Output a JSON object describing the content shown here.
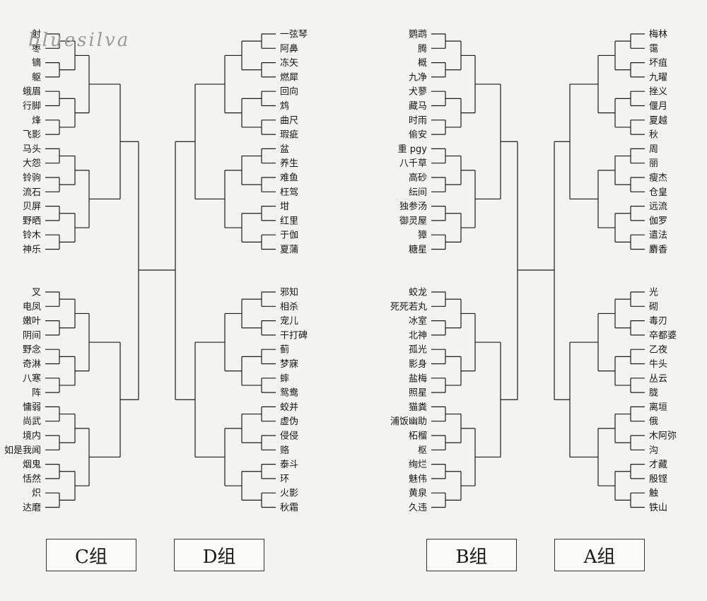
{
  "watermark": "bluesilva",
  "groups": [
    {
      "label": "C组",
      "side": "left",
      "top": [
        "射",
        "枣",
        "镝",
        "躯",
        "蛾眉",
        "行脚",
        "烽",
        "飞影",
        "马头",
        "大怨",
        "铃驹",
        "流石",
        "贝屏",
        "野晒",
        "铃木",
        "神乐"
      ],
      "bottom": [
        "叉",
        "电凤",
        "嫩叶",
        "阴间",
        "野念",
        "奇淋",
        "八寒",
        "阵",
        "慵弱",
        "尚武",
        "境内",
        "如是我闻",
        "烟鬼",
        "恬然",
        "炽",
        "达磨"
      ]
    },
    {
      "label": "D组",
      "side": "right",
      "top": [
        "一弦琴",
        "阿鼻",
        "冻矢",
        "燃犀",
        "回向",
        "鸩",
        "曲尺",
        "瑕疵",
        "盆",
        "养生",
        "难鱼",
        "枉驾",
        "坩",
        "红里",
        "于伽",
        "夏蒲"
      ],
      "bottom": [
        "邪知",
        "相杀",
        "宠儿",
        "干打碑",
        "蓟",
        "梦寐",
        "蟀",
        "鸳鸯",
        "蛟并",
        "虚伪",
        "侵侵",
        "赂",
        "泰斗",
        "环",
        "火影",
        "秋霜"
      ]
    },
    {
      "label": "B组",
      "side": "left",
      "top": [
        "鹦鹉",
        "腾",
        "概",
        "九净",
        "犬蓼",
        "藏马",
        "时雨",
        "偷安",
        "重 pgy",
        "八千草",
        "高砂",
        "纭间",
        "独参汤",
        "御灵屋",
        "獐",
        "糖星"
      ],
      "bottom": [
        "蛟龙",
        "死死若丸",
        "冰室",
        "北神",
        "孤光",
        "影身",
        "盐梅",
        "照星",
        "猫粪",
        "浦饭幽助",
        "柘榴",
        "枢",
        "绚烂",
        "魅伟",
        "黄泉",
        "久违"
      ]
    },
    {
      "label": "A组",
      "side": "right",
      "top": [
        "梅林",
        "霭",
        "坏疽",
        "九曜",
        "挫义",
        "偃月",
        "夏越",
        "秋",
        "周",
        "丽",
        "瘦杰",
        "仓皇",
        "远流",
        "伽罗",
        "遣法",
        "麝香"
      ],
      "bottom": [
        "光",
        "砌",
        "毒刃",
        "卒都婆",
        "乙夜",
        "牛头",
        "丛云",
        "胧",
        "离垣",
        "俄",
        "木阿弥",
        "沟",
        "才藏",
        "殷铿",
        "触",
        "铁山"
      ]
    }
  ]
}
